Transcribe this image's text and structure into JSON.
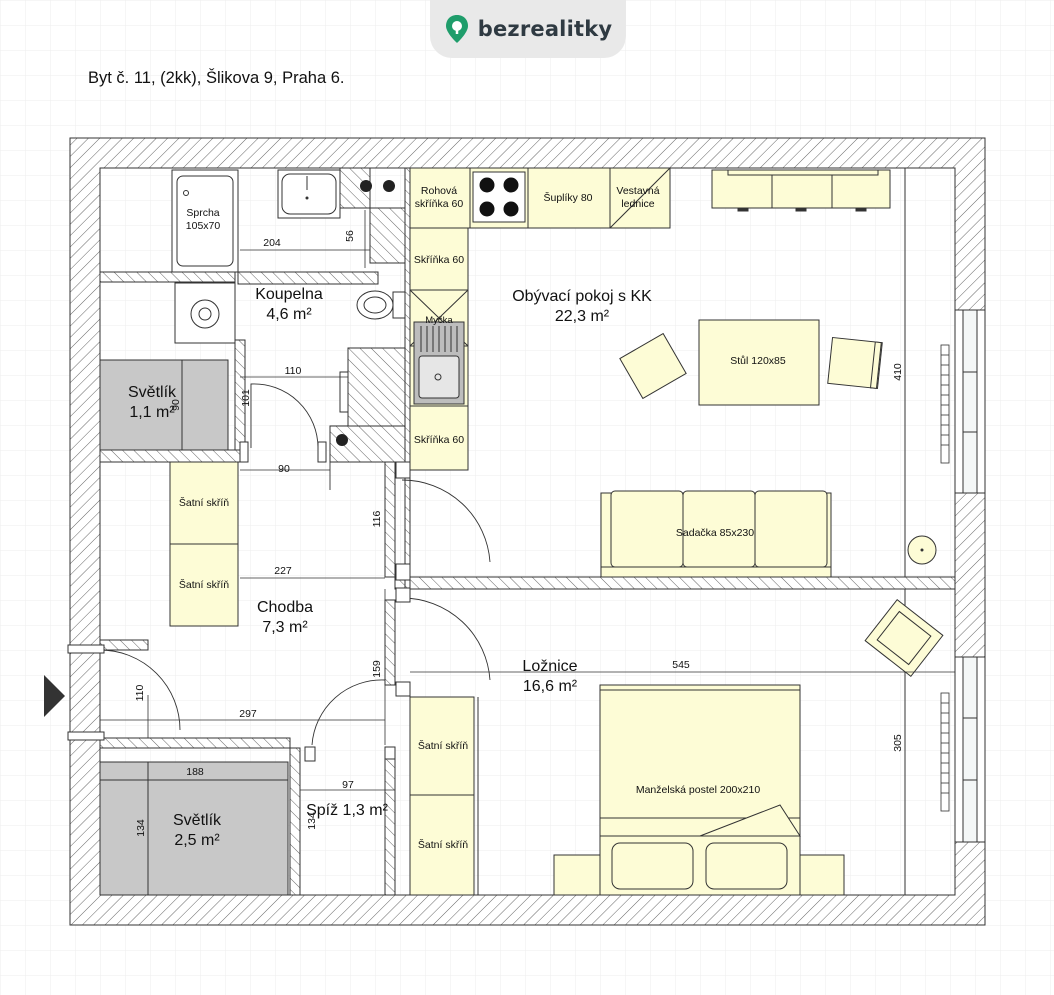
{
  "brand": {
    "name": "bezrealitky",
    "color": "#1f9d6b"
  },
  "plan_title": "Byt č. 11, (2kk), Šlikova 9, Praha 6.",
  "rooms": {
    "koupelna": {
      "name": "Koupelna",
      "area": "4,6 m²"
    },
    "obyvaci": {
      "name": "Obývací pokoj s KK",
      "area": "22,3 m²"
    },
    "svetlik1": {
      "name": "Světlík",
      "area": "1,1 m²"
    },
    "chodba": {
      "name": "Chodba",
      "area": "7,3 m²"
    },
    "loznice": {
      "name": "Ložnice",
      "area": "16,6 m²"
    },
    "svetlik2": {
      "name": "Světlík",
      "area": "2,5 m²"
    },
    "spiz": {
      "name": "Spíž 1,3 m²"
    }
  },
  "furniture": {
    "sprcha": {
      "line1": "Sprcha",
      "line2": "105x70"
    },
    "rohova": {
      "line1": "Rohová",
      "line2": "skříňka 60"
    },
    "supliky": "Šuplíky 80",
    "ledmice": {
      "line1": "Vestavná",
      "line2": "lednice"
    },
    "skrinka1": "Skříňka 60",
    "mycka": "Myčka",
    "skrinka2": "Skříňka 60",
    "stul": "Stůl 120x85",
    "sadacka": "Sadačka 85x230",
    "satni1": "Šatní skříň",
    "satni2": "Šatní skříň",
    "satni3": "Šatní skříň",
    "satni4": "Šatní skříň",
    "postel": "Manželská postel 200x210"
  },
  "dimensions": {
    "d204": "204",
    "d56": "56",
    "d110": "110",
    "d101": "101",
    "d90": "90",
    "d116": "116",
    "d227": "227",
    "d159": "159",
    "d110b": "110",
    "d297": "297",
    "d188": "188",
    "d134": "134",
    "d97": "97",
    "d134b": "134",
    "d545": "545",
    "d410": "410",
    "d305": "305",
    "d90b": "90"
  },
  "colors": {
    "furniture_fill": "#fdfcd6",
    "lightwell_fill": "#c8c8c8",
    "wall_hatch": "#555555",
    "grid": "#eeeeee"
  }
}
